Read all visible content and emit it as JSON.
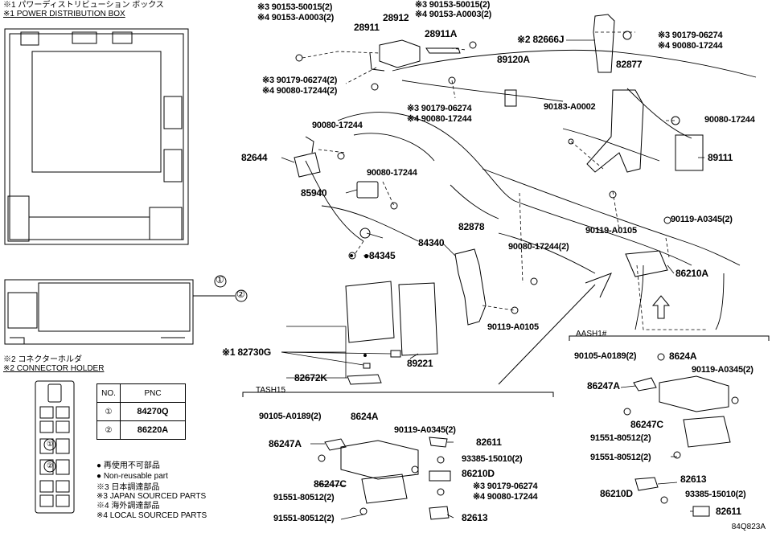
{
  "notes_top": {
    "n1_jp": "※1 パワーディストリビューション ボックス",
    "n1_en": "※1 POWER DISTRIBUTION BOX"
  },
  "notes_connector": {
    "n2_jp": "※2 コネクターホルダ",
    "n2_en": "※2 CONNECTOR HOLDER"
  },
  "callouts": {
    "c1": "①",
    "c2": "②"
  },
  "pnc_table": {
    "header": [
      "NO.",
      "PNC"
    ],
    "rows": [
      {
        "no": "①",
        "pnc": "84270Q"
      },
      {
        "no": "②",
        "pnc": "86220A"
      }
    ]
  },
  "legend": {
    "l1": "● 再使用不可部品",
    "l2": "● Non-reusable part",
    "l3": "※3 日本調達部品",
    "l4": "※3 JAPAN SOURCED PARTS",
    "l5": "※4 海外調達部品",
    "l6": "※4 LOCAL SOURCED PARTS"
  },
  "sections": {
    "tash": "TASH15",
    "aash": "AASH1#"
  },
  "labels": {
    "p1": "※3 90153-50015(2)",
    "p2": "※4 90153-A0003(2)",
    "p3": "28911",
    "p4": "28912",
    "p5": "※3 90153-50015(2)",
    "p6": "※4 90153-A0003(2)",
    "p7": "28911A",
    "p8": "※2 82666J",
    "p9": "※3 90179-06274",
    "p10": "※4 90080-17244",
    "p11": "89120A",
    "p12": "82877",
    "p13": "※3 90179-06274(2)",
    "p14": "※4 90080-17244(2)",
    "p15": "※3 90179-06274",
    "p16": "※4 90080-17244",
    "p17": "90183-A0002",
    "p18": "90080-17244",
    "p19": "90080-17244",
    "p20": "82644",
    "p21": "89111",
    "p22": "90080-17244",
    "p23": "85940",
    "p24": "90119-A0345(2)",
    "p25": "90119-A0105",
    "p26": "82878",
    "p27": "84340",
    "p28": "●84345",
    "p29": "90080-17244(2)",
    "p30": "86210A",
    "p31": "90119-A0105",
    "p32": "※1 82730G",
    "p33": "89221",
    "p34": "82672K",
    "t1": "90105-A0189(2)",
    "t2": "8624A",
    "t3": "90119-A0345(2)",
    "t4": "86247A",
    "t5": "82611",
    "t6": "93385-15010(2)",
    "t7": "86210D",
    "t8": "86247C",
    "t9": "※3 90179-06274",
    "t10": "※4 90080-17244",
    "t11": "91551-80512(2)",
    "t12": "91551-80512(2)",
    "t13": "82613",
    "a1": "90105-A0189(2)",
    "a2": "8624A",
    "a3": "90119-A0345(2)",
    "a4": "86247A",
    "a5": "86247C",
    "a6": "91551-80512(2)",
    "a7": "91551-80512(2)",
    "a8": "82613",
    "a9": "86210D",
    "a10": "93385-15010(2)",
    "a11": "82611"
  },
  "figure_code": "84Q823A"
}
